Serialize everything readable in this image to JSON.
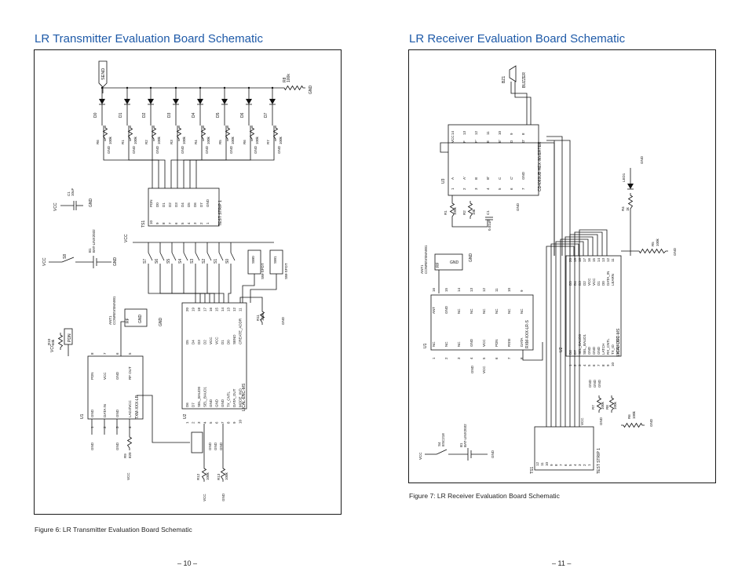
{
  "left_page": {
    "title": "LR Transmitter Evaluation Board Schematic",
    "caption": "Figure 6: LR Transmitter Evaluation Board Schematic",
    "page_number": "– 10 –",
    "labels": {
      "send": "SEND",
      "r8": "R8",
      "r8_val": "100k",
      "gnd": "GND",
      "vcc": "VCC",
      "diodes": [
        "D0",
        "D1",
        "D2",
        "D3",
        "D4",
        "D5",
        "D6",
        "D7"
      ],
      "resistors": [
        "R6",
        "R1",
        "R2",
        "R3",
        "R4",
        "R5",
        "R6",
        "R7"
      ],
      "res_val": "100k",
      "c1": "C1",
      "c1_val": "10uF",
      "ts1": "TS1",
      "test_strip": "TEST STRIP 1",
      "ts_pins": [
        "PDN",
        "D0",
        "D1",
        "D2",
        "D3",
        "D4",
        "D5",
        "D6",
        "D7",
        "GND"
      ],
      "ts_nums": [
        "10",
        "9",
        "8",
        "7",
        "6",
        "5",
        "4",
        "3",
        "2",
        "1"
      ],
      "b1": "B1",
      "b1_part": "BAT-LINX2032",
      "s8": "S8",
      "switches": [
        "S7",
        "S6",
        "S5",
        "S4",
        "S3",
        "S2",
        "S1",
        "S0"
      ],
      "sw0": "SW0",
      "sw1": "SW1",
      "sw_spdt": "SW-SPDT",
      "r10": "R10",
      "r10_val": "10k",
      "pdn": "PDN",
      "ant1": "ANT1",
      "ant1_part": "CONREVSMA001",
      "rf": "RF",
      "u1": "U1",
      "u1_part": "TXM-XXX-LR",
      "u1_left": [
        "GND",
        "DATA IN",
        "GND",
        "LADJ/VCC"
      ],
      "u1_right": [
        "PDN",
        "VCC",
        "GND",
        "RF OUT"
      ],
      "u1_left_nums": [
        "1",
        "2",
        "3",
        "4"
      ],
      "u1_right_nums": [
        "8",
        "7",
        "6",
        "5"
      ],
      "r9": "R9",
      "r9_val": "820",
      "u2": "U2",
      "u2_part": "LICAL-ENC-MS",
      "u2_left": [
        "D6",
        "D7",
        "SEL_BAUD0",
        "SEL_BAUD1",
        "GND",
        "GND",
        "GND",
        "TX_CNTL",
        "DATA_OUT",
        "MODE_IND"
      ],
      "u2_right": [
        "D5",
        "D4",
        "D3",
        "D2",
        "VCC",
        "VCC",
        "D1",
        "D0",
        "SEND",
        "CREATE_ADDR"
      ],
      "u2_left_nums": [
        "1",
        "2",
        "3",
        "4",
        "5",
        "6",
        "7",
        "8",
        "9",
        "10"
      ],
      "u2_right_nums": [
        "20",
        "19",
        "18",
        "17",
        "16",
        "15",
        "14",
        "13",
        "12",
        "11"
      ],
      "r11": "R11",
      "r11_val": "100k",
      "r12": "R12",
      "r12_val": "100k",
      "r13": "R13",
      "r13_val": "100k"
    }
  },
  "right_page": {
    "title": "LR Receiver Evaluation Board Schematic",
    "caption": "Figure 7: LR Receiver Evaluation Board Schematic",
    "page_number": "– 11 –",
    "labels": {
      "bz1": "BZ1",
      "buzzer": "BUZZER",
      "u3": "U3",
      "u3_part": "CD4069UB HEX INVERTER",
      "u3_left": [
        "A",
        "A'",
        "B",
        "B'",
        "C",
        "C'",
        "GND"
      ],
      "u3_right": [
        "VCC",
        "F",
        "F'",
        "E",
        "E'",
        "D",
        "D'"
      ],
      "u3_left_nums": [
        "1",
        "2",
        "3",
        "4",
        "5",
        "6",
        "7"
      ],
      "u3_right_nums": [
        "14",
        "13",
        "12",
        "11",
        "10",
        "9",
        "8"
      ],
      "r1": "R1",
      "r1_val": "100k",
      "r2": "R2",
      "r2_val": "10k",
      "c1": "C1",
      "c1_val": "0.01uF",
      "led1": "LED1",
      "r4": "R4",
      "r4_val": "1k",
      "ant1": "ANT1",
      "ant1_part": "CONREVSMA001",
      "rf": "RF",
      "u1": "U1",
      "u1_part": "RXM-XXX-LR-S",
      "u1_left": [
        "NC",
        "NC",
        "NC",
        "GND",
        "VCC",
        "PDN",
        "RSSI",
        "DATA"
      ],
      "u1_right": [
        "ANT",
        "GND",
        "NC",
        "NC",
        "NC",
        "NC",
        "NC",
        "NC"
      ],
      "u1_left_nums": [
        "1",
        "2",
        "3",
        "4",
        "5",
        "6",
        "7",
        "8"
      ],
      "u1_right_nums": [
        "16",
        "15",
        "14",
        "13",
        "12",
        "11",
        "10",
        "9"
      ],
      "u2": "U2",
      "u2_part": "LICAL-DEC-MS",
      "u2_left": [
        "D6",
        "D7",
        "SEL_BAUD0",
        "SEL_BAUD1",
        "GND",
        "GND",
        "GND",
        "LATCH",
        "RX_CNTL",
        "TX_ID",
        "MODE_IND"
      ],
      "u2_right": [
        "D5",
        "D4",
        "D3",
        "D2",
        "VCC",
        "VCC",
        "D1",
        "D0",
        "DATA_IN",
        "LEARN"
      ],
      "u2_left_nums": [
        "1",
        "2",
        "3",
        "4",
        "5",
        "6",
        "7",
        "8",
        "9",
        "10"
      ],
      "u2_right_nums": [
        "20",
        "19",
        "18",
        "17",
        "16",
        "15",
        "14",
        "13",
        "12",
        "11"
      ],
      "r5": "R5",
      "r5_val": "100k",
      "r6": "R6",
      "r6_val": "100k",
      "r7": "R7",
      "r7_val": "100k",
      "r8": "R8",
      "r8_val": "100k",
      "s4": "S4",
      "s4_part": "ESC218",
      "b1": "B1",
      "b1_part": "BAT-LINX2032",
      "ts1": "TS1",
      "test_strip": "TEST STRIP 1",
      "ts_nums": [
        "12",
        "11",
        "10",
        "9",
        "8",
        "7",
        "6",
        "5",
        "4",
        "3",
        "2",
        "1"
      ],
      "gnd": "GND",
      "vcc": "VCC"
    }
  }
}
